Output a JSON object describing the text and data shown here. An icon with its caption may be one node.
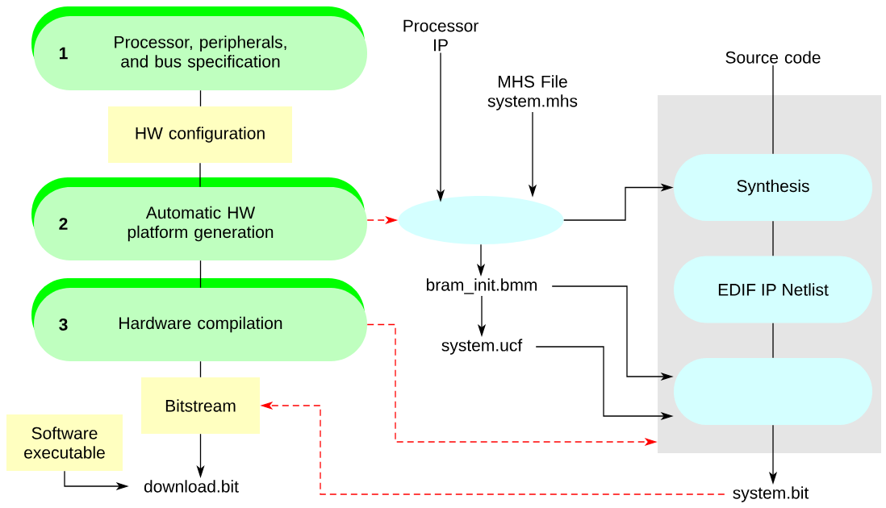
{
  "diagram": {
    "nodes": [
      {
        "text": [
          "1",
          "Processor, peripherals, and bus specification"
        ]
      },
      {
        "text": [
          "HW configuration"
        ]
      },
      {
        "text": [
          "2",
          "Automatic HW platform generation"
        ]
      },
      {
        "text": [
          "3",
          "Hardware compilation"
        ]
      },
      {
        "text": [
          "Bitstream"
        ]
      },
      {
        "text": [
          "Software executable"
        ]
      },
      {
        "text": [
          "download.bit"
        ]
      },
      {
        "text": [
          "Processor IP"
        ]
      },
      {
        "text": [
          "MHS File system.mhs"
        ]
      },
      {
        "text": [],
        "shape": "ellipse"
      },
      {
        "text": [
          "bram_init.bmm"
        ]
      },
      {
        "text": [
          "system.ucf"
        ]
      },
      {
        "text": [
          "Source code"
        ]
      },
      {
        "text": [],
        "shape": "box"
      },
      {
        "text": [
          "Synthesis"
        ],
        "in": 13
      },
      {
        "text": [
          "EDIF IP Netlist"
        ],
        "in": 13
      },
      {
        "text": [],
        "shape": "pill",
        "in": 13
      },
      {
        "text": [
          "system.bit"
        ]
      }
    ],
    "edges": [
      {
        "from": 0,
        "to": 1,
        "arrow": "none"
      },
      {
        "from": 1,
        "to": 2,
        "arrow": "none"
      },
      {
        "from": 2,
        "to": 3,
        "arrow": "none"
      },
      {
        "from": 3,
        "to": 4,
        "arrow": "none"
      },
      {
        "from": 4,
        "to": 6,
        "arrow": "to"
      },
      {
        "from": 5,
        "to": 6,
        "arrow": "to"
      },
      {
        "from": 2,
        "to": 9,
        "arrow": "to",
        "style": "dashed",
        "color": "#ff0000"
      },
      {
        "from": 3,
        "to": 13,
        "arrow": "to",
        "style": "dashed",
        "color": "#ff0000"
      },
      {
        "from": 17,
        "to": 4,
        "arrow": "to",
        "style": "dashed",
        "color": "#ff0000"
      },
      {
        "from": 7,
        "to": 9,
        "arrow": "to"
      },
      {
        "from": 8,
        "to": 9,
        "arrow": "to"
      },
      {
        "from": 9,
        "to": 14,
        "arrow": "to"
      },
      {
        "from": 9,
        "to": 10,
        "arrow": "to"
      },
      {
        "from": 10,
        "to": 11,
        "arrow": "to"
      },
      {
        "from": 10,
        "to": 16,
        "arrow": "to"
      },
      {
        "from": 11,
        "to": 16,
        "arrow": "to"
      },
      {
        "from": 12,
        "to": 14,
        "arrow": "none"
      },
      {
        "from": 14,
        "to": 15,
        "arrow": "none"
      },
      {
        "from": 15,
        "to": 16,
        "arrow": "none"
      },
      {
        "from": 16,
        "to": 17,
        "arrow": "to"
      }
    ]
  }
}
